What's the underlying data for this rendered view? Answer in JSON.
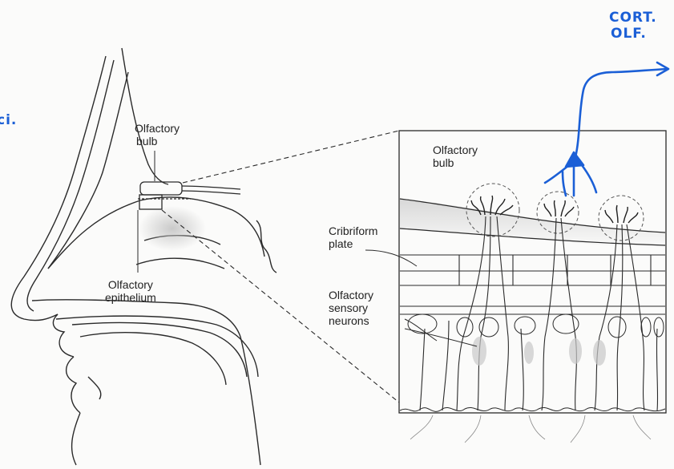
{
  "labels": {
    "bulb_left_line1": "Olfactory",
    "bulb_left_line2": "bulb",
    "epithelium_line1": "Olfactory",
    "epithelium_line2": "epithelium",
    "bulb_inset_line1": "Olfactory",
    "bulb_inset_line2": "bulb",
    "cribriform_line1": "Cribriform",
    "cribriform_line2": "plate",
    "neurons_line1": "Olfactory",
    "neurons_line2": "sensory",
    "neurons_line3": "neurons"
  },
  "handwriting": {
    "top_right_line1": "CORT.",
    "top_right_line2": "OLF.",
    "left_fragment": "ci."
  },
  "colors": {
    "ink": "#2a2a2a",
    "pen_blue": "#1b5fd6",
    "paper": "#fbfbfa"
  }
}
